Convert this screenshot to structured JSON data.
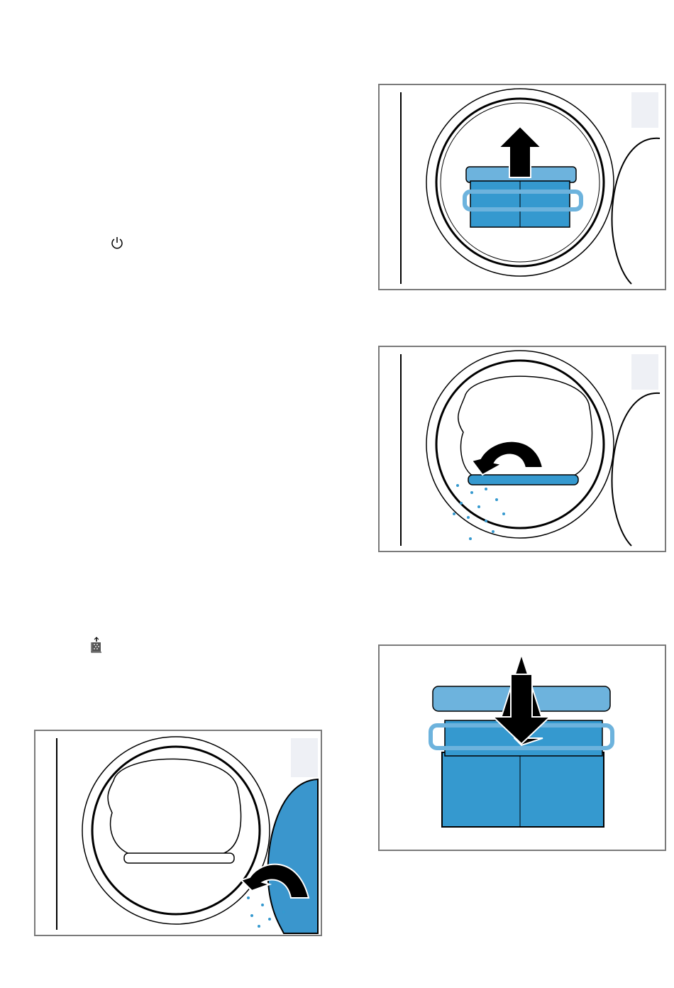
{
  "icons": [
    "power-icon",
    "filter-icon"
  ],
  "figures": [
    "remove-fluff-filter",
    "clean-door-fluff",
    "clean-inner-filter",
    "separate-filter"
  ],
  "colors": {
    "filter_blue": "#3599cf",
    "filter_light": "#6db3dd",
    "panel_border": "#7a7a7a",
    "door_blue": "#3a96cd"
  }
}
